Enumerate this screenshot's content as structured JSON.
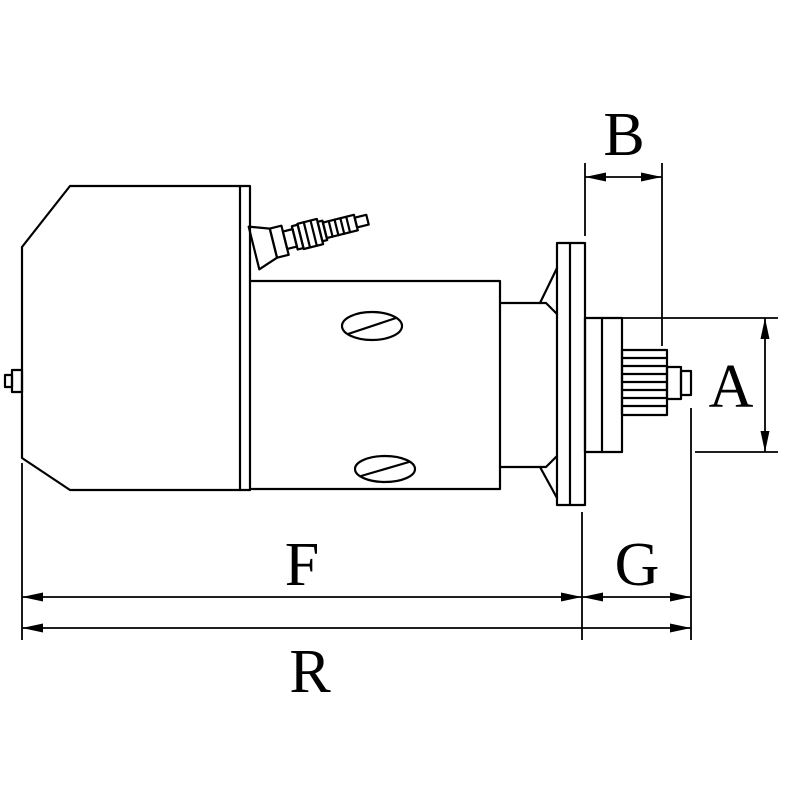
{
  "drawing": {
    "background_color": "#ffffff",
    "line_color": "#000000",
    "labels": {
      "B": "B",
      "A": "A",
      "F": "F",
      "G": "G",
      "R": "R"
    }
  }
}
